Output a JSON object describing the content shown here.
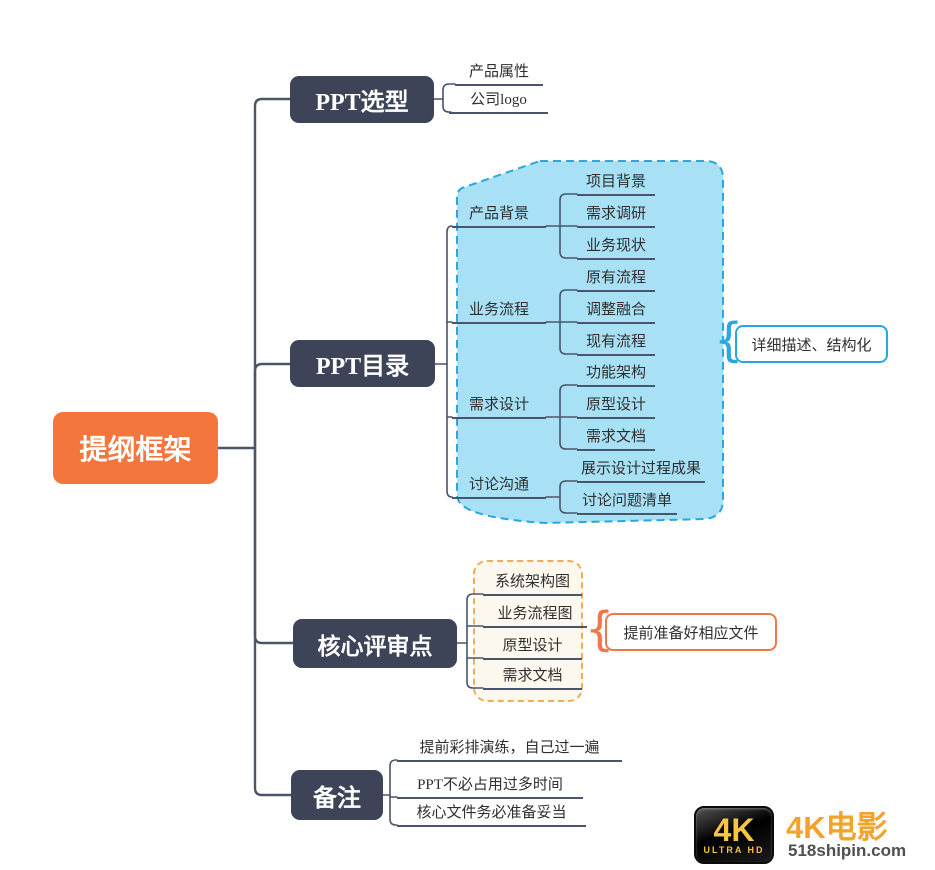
{
  "root": {
    "label": "提纲框架"
  },
  "branches": [
    {
      "label": "PPT选型",
      "children": [
        "产品属性",
        "公司logo"
      ]
    },
    {
      "label": "PPT目录",
      "groups": [
        {
          "label": "产品背景",
          "children": [
            "项目背景",
            "需求调研",
            "业务现状"
          ]
        },
        {
          "label": "业务流程",
          "children": [
            "原有流程",
            "调整融合",
            "现有流程"
          ]
        },
        {
          "label": "需求设计",
          "children": [
            "功能架构",
            "原型设计",
            "需求文档"
          ]
        },
        {
          "label": "讨论沟通",
          "children": [
            "展示设计过程成果",
            "讨论问题清单"
          ]
        }
      ],
      "callout": "详细描述、结构化"
    },
    {
      "label": "核心评审点",
      "children": [
        "系统架构图",
        "业务流程图",
        "原型设计",
        "需求文档"
      ],
      "callout": "提前准备好相应文件"
    },
    {
      "label": "备注",
      "children": [
        "提前彩排演练，自己过一遍",
        "PPT不必占用过多时间",
        "核心文件务必准备妥当"
      ]
    }
  ],
  "braces": {
    "left_curly": "{"
  },
  "watermark": {
    "badge_top": "4K",
    "badge_bottom": "ULTRA HD",
    "title": "4K电影",
    "site": "518shipin.com"
  },
  "colors": {
    "orange": "#F5763D",
    "dark": "#3D4457",
    "line": "#4A5569",
    "cloud-fill": "#A8E0F5",
    "cloud-stroke": "#2AA7E0",
    "cream-fill": "#FDF8ED",
    "cream-stroke": "#F2AC55",
    "callout-orange": "#F0774A",
    "gold": "#F2A32B",
    "gold-bright": "#F6C544"
  }
}
